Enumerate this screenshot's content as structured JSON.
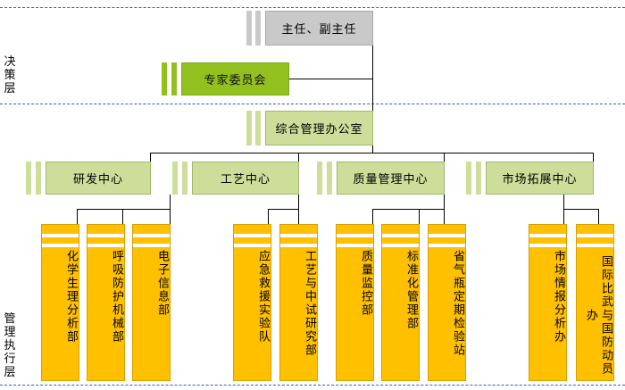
{
  "layers": {
    "decision": "决策层",
    "execution": "管理执行层"
  },
  "top": {
    "director": "主任、副主任",
    "committee": "专家委员会",
    "office": "综合管理办公室"
  },
  "centers": [
    {
      "label": "研发中心"
    },
    {
      "label": "工艺中心"
    },
    {
      "label": "质量管理中心"
    },
    {
      "label": "市场拓展中心"
    }
  ],
  "departments": [
    {
      "label": "化学生理分析部"
    },
    {
      "label": "呼吸防护机械部"
    },
    {
      "label": "电子信息部"
    },
    {
      "label": "应急救援实验队"
    },
    {
      "label": "工艺与中试研究部"
    },
    {
      "label": "质量监控部"
    },
    {
      "label": "标准化管理部"
    },
    {
      "label": "省气瓶定期检验站"
    },
    {
      "label": "市场情报分析办"
    },
    {
      "label": "国际比武与国防动员办"
    }
  ],
  "colors": {
    "gray": "#c9c9c9",
    "lime": "#92c01e",
    "olive": "#ccde9a",
    "dept": "#ffc000",
    "dash": "#3c58c8"
  }
}
